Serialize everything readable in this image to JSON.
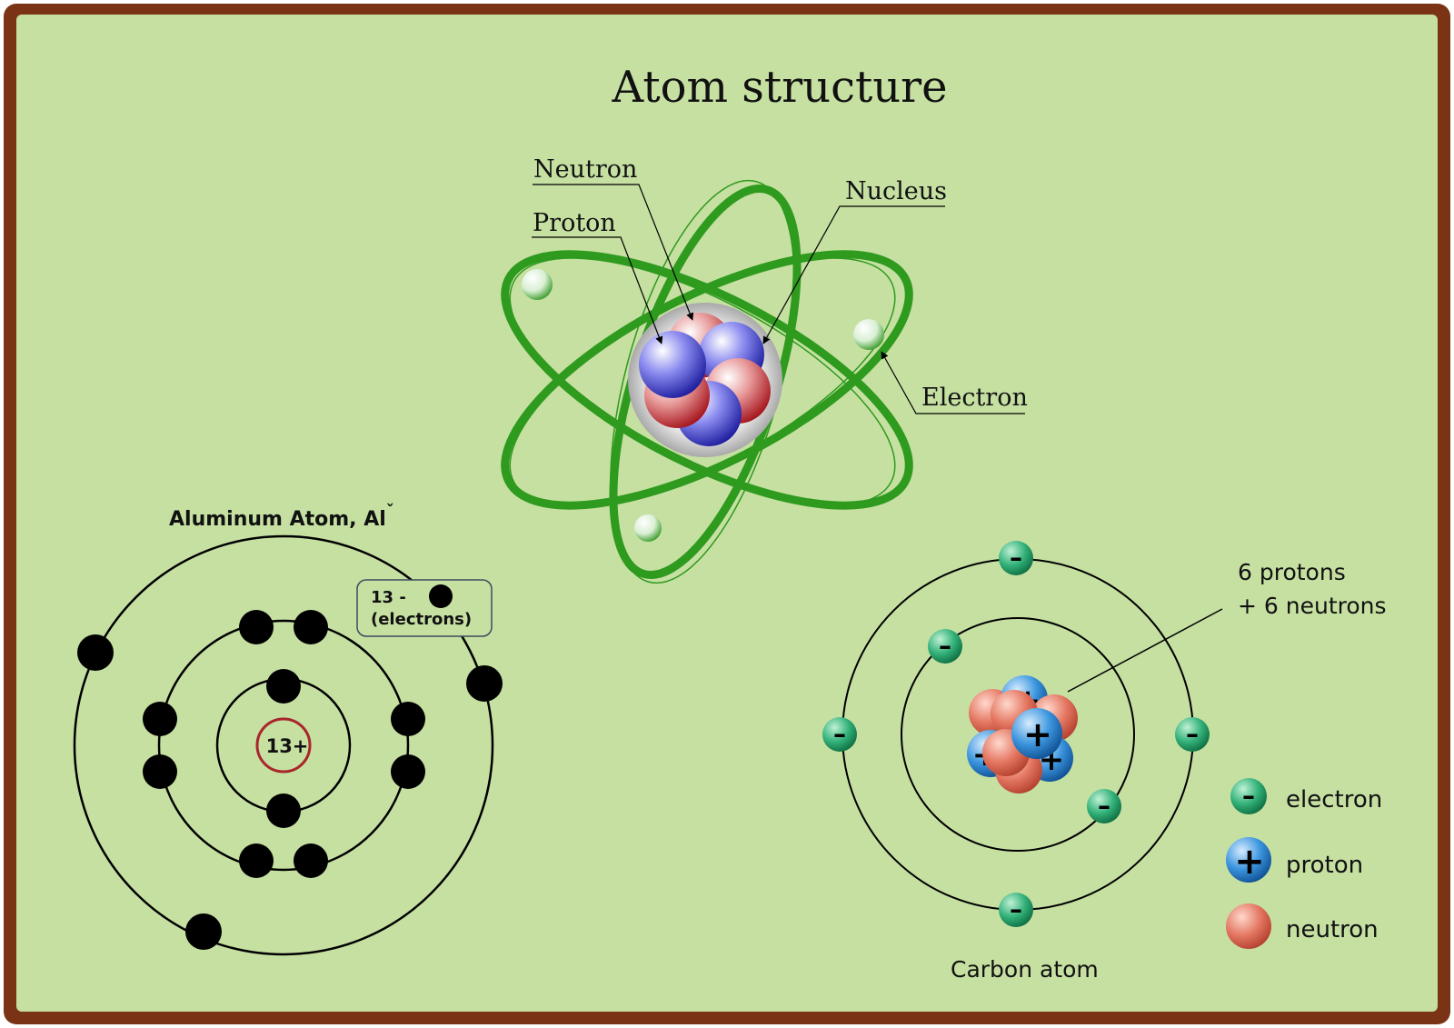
{
  "title": "Atom structure",
  "colors": {
    "frame": "#7a3415",
    "background": "#c6e0a2",
    "orbit_green": "#2e9a1e",
    "proton_blue": "#2f2fb6",
    "neutron_red": "#b3171d",
    "electron_green": "#26a06a",
    "carbon_proton": "#2e89d3",
    "carbon_neutron": "#e06b58"
  },
  "bohr_model": {
    "labels": {
      "neutron": "Neutron",
      "proton": "Proton",
      "nucleus": "Nucleus",
      "electron": "Electron"
    }
  },
  "aluminum": {
    "title": "Aluminum Atom, Al",
    "title_mark": "ˇ",
    "nucleus_label": "13+",
    "legend_count": "13 -",
    "legend_label": "(electrons)",
    "shells": [
      2,
      8,
      3
    ],
    "electron_icon": "electron-dot-icon"
  },
  "carbon": {
    "caption": "Carbon atom",
    "nucleus_label_line1": "6 protons",
    "nucleus_label_line2": "+ 6 neutrons",
    "shells": [
      2,
      4
    ],
    "legend": [
      {
        "key": "electron",
        "label": "electron",
        "icon": "minus-icon"
      },
      {
        "key": "proton",
        "label": "proton",
        "icon": "plus-icon"
      },
      {
        "key": "neutron",
        "label": "neutron",
        "icon": "sphere-icon"
      }
    ]
  }
}
